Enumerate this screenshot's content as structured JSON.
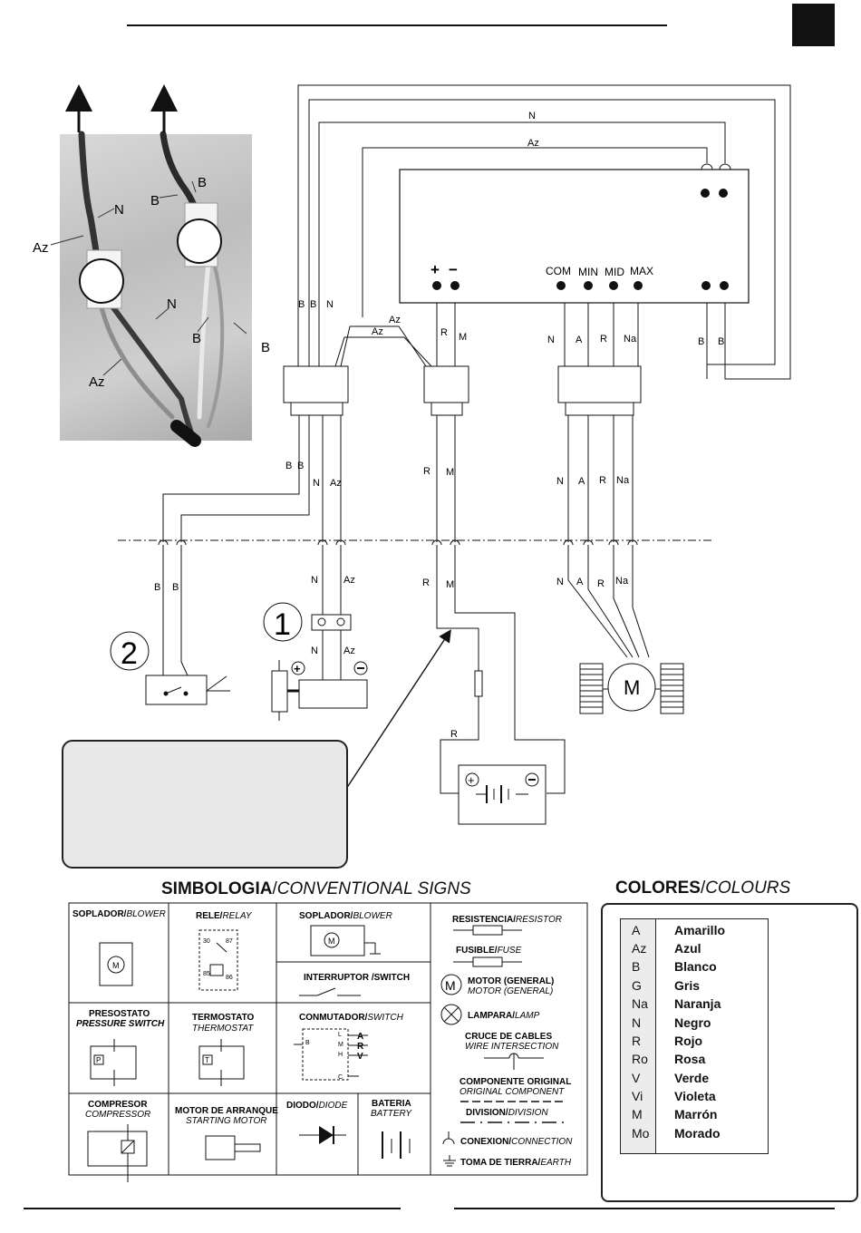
{
  "photo": {
    "labels": {
      "n_top": "N",
      "az_left": "Az",
      "b_top1": "B",
      "b_top2": "B",
      "n_mid": "N",
      "b_mid": "B",
      "b_right": "B",
      "az_bottom": "Az"
    }
  },
  "callouts": {
    "one": "1",
    "two": "2"
  },
  "terminals": {
    "plus": "+",
    "minus": "−",
    "com": "COM",
    "min": "MIN",
    "mid": "MID",
    "max": "MAX"
  },
  "wires": {
    "top_n": "N",
    "top_az": "Az",
    "left_b1": "B",
    "left_b2": "B",
    "left_n": "N",
    "az_a": "Az",
    "az_b": "Az",
    "r1": "R",
    "m1": "M",
    "n_fan": "N",
    "a_fan": "A",
    "r_fan": "R",
    "na_fan": "Na",
    "b_r1": "B",
    "b_r2": "B",
    "low_b1": "B",
    "low_b2": "B",
    "low_n": "N",
    "low_az": "Az",
    "low_r": "R",
    "low_m": "M",
    "low_n2": "N",
    "low_a2": "A",
    "low_r2": "R",
    "low_na2": "Na",
    "sw_b1": "B",
    "sw_b2": "B",
    "c_n": "N",
    "c_az": "Az",
    "c_r": "R",
    "c_m": "M",
    "m_n": "N",
    "m_a": "A",
    "m_r": "R",
    "m_na": "Na",
    "c2_n": "N",
    "c2_az": "Az",
    "bat_r": "R"
  },
  "motor_label": "M",
  "symbology": {
    "heading_main": "SIMBOLOGIA",
    "heading_sub": "CONVENTIONAL SIGNS",
    "cells": {
      "blower1_es": "SOPLADOR/",
      "blower1_en": "BLOWER",
      "relay_es": "RELE/",
      "relay_en": "RELAY",
      "relay_30": "30",
      "relay_87": "87",
      "relay_85": "85",
      "relay_86": "86",
      "blower2_es": "SOPLADOR/",
      "blower2_en": "BLOWER",
      "switch_es": "INTERRUPTOR /",
      "switch_en": "SWITCH",
      "press_es": "PRESOSTATO",
      "press_en": "PRESSURE SWITCH",
      "thermo_es": "TERMOSTATO",
      "thermo_en": "THERMOSTAT",
      "comm_es": "CONMUTADOR/",
      "comm_en": "SWITCH",
      "comp_es": "COMPRESOR",
      "comp_en": "COMPRESSOR",
      "start_es": "MOTOR DE ARRANQUE",
      "start_en": "STARTING MOTOR",
      "diode_es": "DIODO/",
      "diode_en": "DIODE",
      "battery_es": "BATERIA",
      "battery_en": "BATTERY",
      "resistor_es": "RESISTENCIA/",
      "resistor_en": "RESISTOR",
      "fuse_es": "FUSIBLE/",
      "fuse_en": "FUSE",
      "motor_es": "MOTOR (GENERAL)",
      "motor_en": "MOTOR (GENERAL)",
      "lamp_es": "LAMPARA/",
      "lamp_en": "LAMP",
      "cross_es": "CRUCE DE CABLES",
      "cross_en": "WIRE INTERSECTION",
      "orig_es": "COMPONENTE ORIGINAL",
      "orig_en": "ORIGINAL COMPONENT",
      "div_es": "DIVISION/",
      "div_en": "DIVISION",
      "conn_es": "CONEXION/",
      "conn_en": "CONNECTION",
      "earth_es": "TOMA DE TIERRA/",
      "earth_en": "EARTH",
      "m": "M",
      "p": "P",
      "t": "T",
      "b": "B",
      "comm_l": "L",
      "comm_m": "M",
      "comm_h": "H",
      "comm_c": "C",
      "comm_a": "A",
      "comm_r": "R",
      "comm_v": "V"
    }
  },
  "colours": {
    "heading_main": "COLORES",
    "heading_sub": "COLOURS",
    "rows": [
      {
        "code": "A",
        "name": "Amarillo"
      },
      {
        "code": "Az",
        "name": "Azul"
      },
      {
        "code": "B",
        "name": "Blanco"
      },
      {
        "code": "G",
        "name": "Gris"
      },
      {
        "code": "Na",
        "name": "Naranja"
      },
      {
        "code": "N",
        "name": "Negro"
      },
      {
        "code": "R",
        "name": "Rojo"
      },
      {
        "code": "Ro",
        "name": "Rosa"
      },
      {
        "code": "V",
        "name": "Verde"
      },
      {
        "code": "Vi",
        "name": "Violeta"
      },
      {
        "code": "M",
        "name": "Marrón"
      },
      {
        "code": "Mo",
        "name": "Morado"
      }
    ]
  }
}
